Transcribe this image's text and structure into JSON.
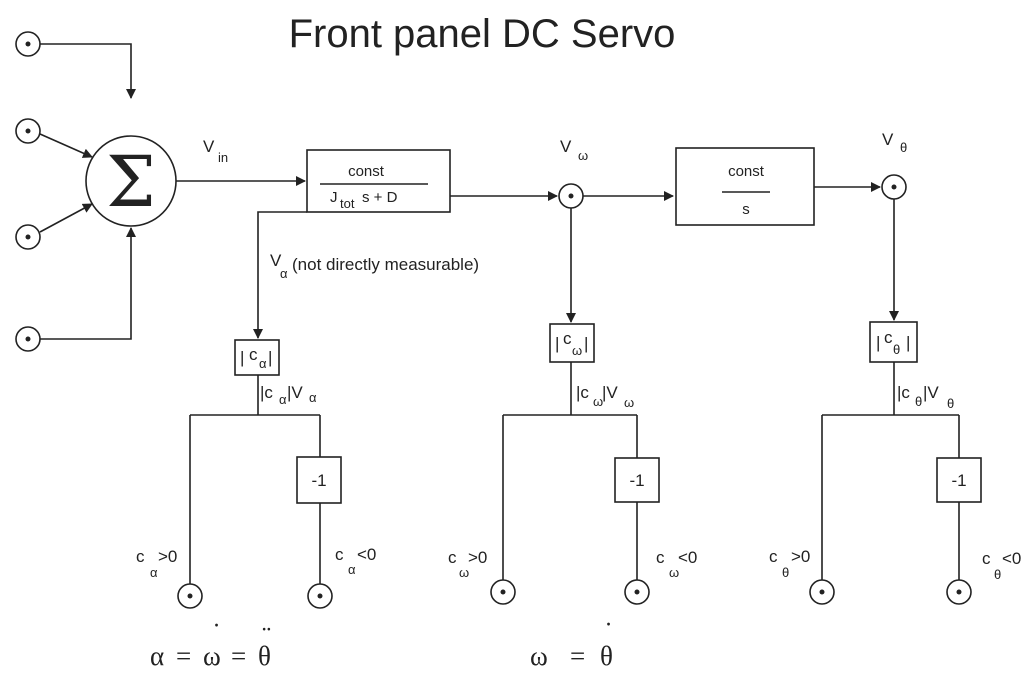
{
  "title": "Front panel DC Servo",
  "summer": {
    "symbol": "Σ"
  },
  "signals": {
    "vin": {
      "main": "V",
      "sub": "in"
    },
    "vomega": {
      "main": "V",
      "sub": "ω"
    },
    "vtheta": {
      "main": "V",
      "sub": "θ"
    },
    "valpha": {
      "main": "V",
      "sub": "α",
      "note": "(not directly measurable)"
    }
  },
  "blocks": {
    "plant": {
      "numerator": "const",
      "den_j": "J",
      "den_sub": "tot",
      "den_rest": "s + D"
    },
    "integrator": {
      "numerator": "const",
      "denominator": "s"
    }
  },
  "gains": {
    "alpha": {
      "abs": "|",
      "c": "c",
      "sub": "α"
    },
    "omega": {
      "abs": "|",
      "c": "c",
      "sub": "ω"
    },
    "theta": {
      "abs": "|",
      "c": "c",
      "sub": "θ"
    }
  },
  "gain_outputs": {
    "alpha": {
      "pre": "|c",
      "sub": "α",
      "mid": "|V",
      "sub2": "α"
    },
    "omega": {
      "pre": "|c",
      "sub": "ω",
      "mid": "|V",
      "sub2": "ω"
    },
    "theta": {
      "pre": "|c",
      "sub": "θ",
      "mid": "|V",
      "sub2": "θ"
    }
  },
  "inverters": {
    "label": "-1"
  },
  "outputs": {
    "alpha_pos": {
      "c": "c",
      "sub": "α",
      "cond": ">0"
    },
    "alpha_neg": {
      "c": "c",
      "sub": "α",
      "cond": "<0"
    },
    "omega_pos": {
      "c": "c",
      "sub": "ω",
      "cond": ">0"
    },
    "omega_neg": {
      "c": "c",
      "sub": "ω",
      "cond": "<0"
    },
    "theta_pos": {
      "c": "c",
      "sub": "θ",
      "cond": ">0"
    },
    "theta_neg": {
      "c": "c",
      "sub": "θ",
      "cond": "<0"
    }
  },
  "equations": {
    "eq1": {
      "a": "α",
      "eq": "=",
      "w": "ω",
      "t": "θ",
      "dot": "˙",
      "ddot": "¨"
    },
    "eq2": {
      "w": "ω",
      "eq": "=",
      "t": "θ",
      "dot": "˙"
    }
  }
}
